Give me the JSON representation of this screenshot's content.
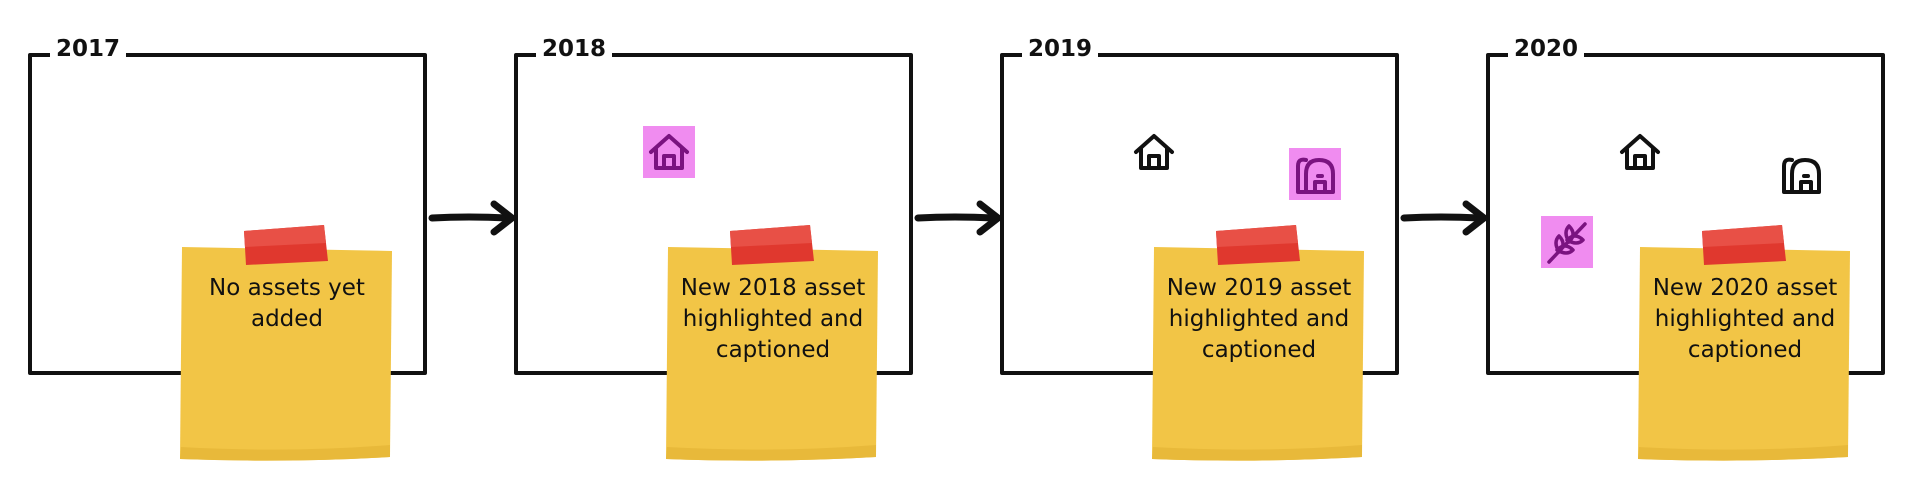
{
  "timeline": {
    "panels": [
      {
        "year": "2017",
        "note": "No assets yet added"
      },
      {
        "year": "2018",
        "note": "New 2018 asset highlighted and captioned"
      },
      {
        "year": "2019",
        "note": "New 2019 asset highlighted and captioned"
      },
      {
        "year": "2020",
        "note": "New 2020 asset highlighted and captioned"
      }
    ]
  },
  "icons": {
    "house": "house-icon",
    "barn": "barn-icon",
    "wheat": "wheat-icon"
  },
  "colors": {
    "highlight": "#f08cf0",
    "highlight_stroke": "#7a1380",
    "note": "#f2c546",
    "tape": "#e0382e",
    "outline": "#111111"
  }
}
